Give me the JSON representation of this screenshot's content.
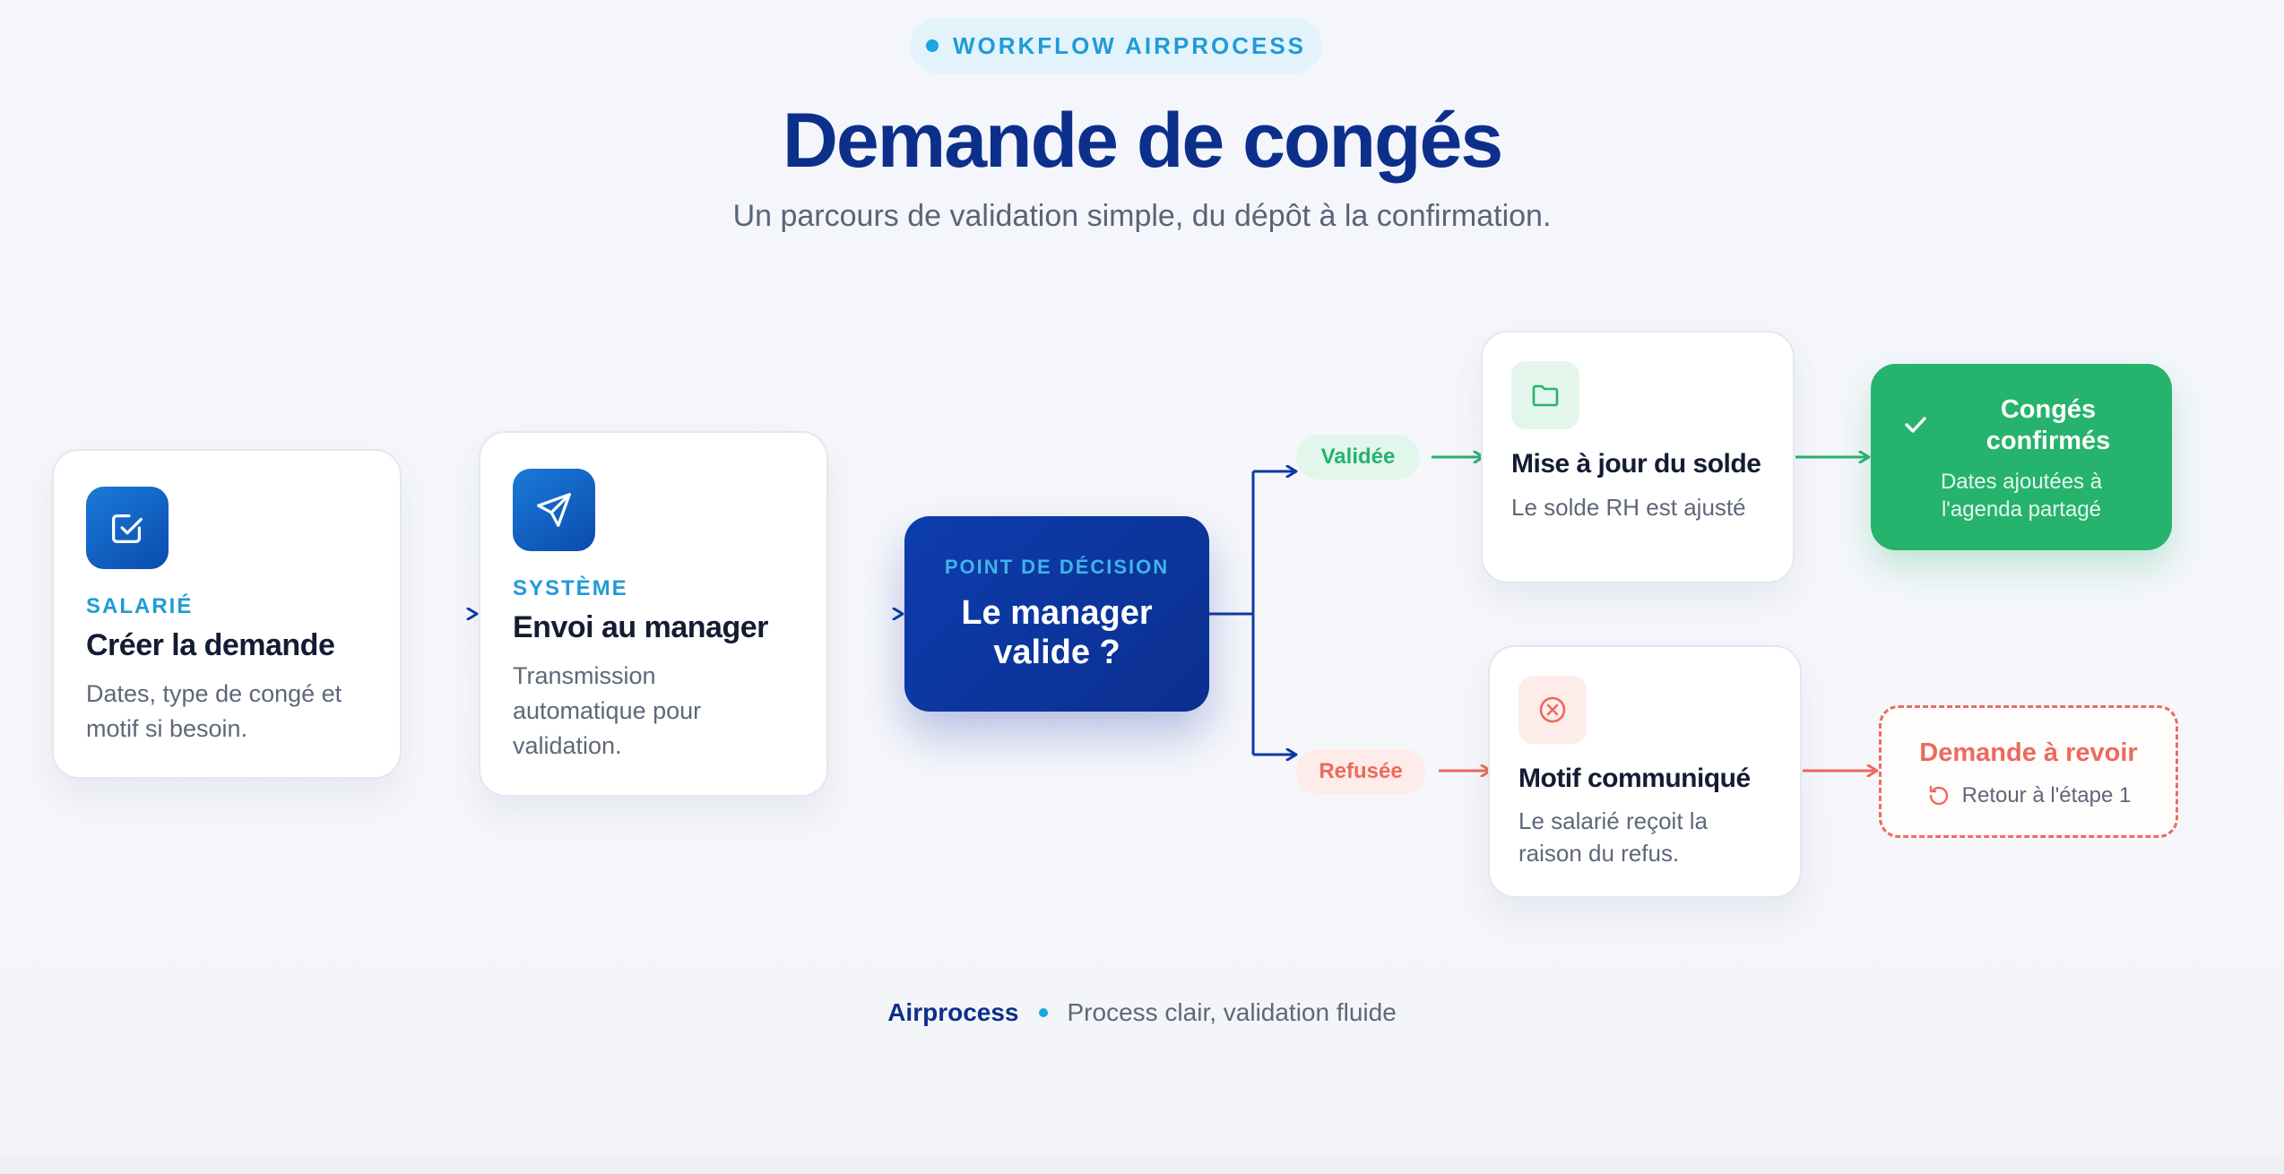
{
  "header": {
    "badge": "WORKFLOW AIRPROCESS",
    "title": "Demande de congés",
    "subtitle": "Un parcours de validation simple, du dépôt à la confirmation."
  },
  "steps": {
    "create": {
      "role": "SALARIÉ",
      "title": "Créer la demande",
      "desc_lines": [
        "Dates, type de congé et",
        "motif si besoin."
      ],
      "icon": "checkbox-icon"
    },
    "send": {
      "role": "SYSTÈME",
      "title": "Envoi au manager",
      "desc_lines": [
        "Transmission",
        "automatique pour",
        "validation."
      ],
      "icon": "send-icon"
    },
    "decision": {
      "label": "POINT DE DÉCISION",
      "question_lines": [
        "Le manager",
        "valide ?"
      ]
    },
    "approved": {
      "pill": "Validée",
      "title": "Mise à jour du solde",
      "desc": "Le solde RH est ajusté",
      "icon": "folder-icon"
    },
    "confirmed": {
      "title_lines": [
        "Congés",
        "confirmés"
      ],
      "desc_lines": [
        "Dates ajoutées à",
        "l'agenda partagé"
      ],
      "icon": "check-icon"
    },
    "refused": {
      "pill": "Refusée",
      "title": "Motif communiqué",
      "desc_lines": [
        "Le salarié reçoit la",
        "raison du refus."
      ],
      "icon": "x-circle-icon"
    },
    "review": {
      "title": "Demande à revoir",
      "sub": "Retour à l'étape 1",
      "icon": "restart-icon"
    }
  },
  "footer": {
    "brand": "Airprocess",
    "tagline": "Process clair, validation fluide"
  },
  "colors": {
    "navy": "#0d2f8c",
    "accent_blue": "#1f9bd7",
    "green": "#26b36d",
    "red": "#ec6a5c"
  }
}
